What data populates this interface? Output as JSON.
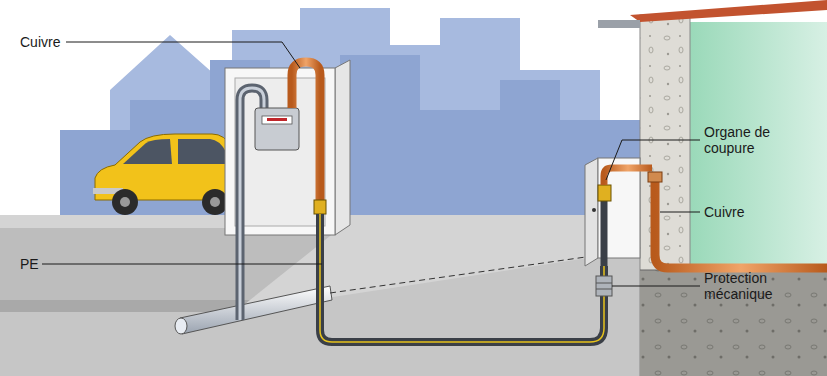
{
  "diagram": {
    "labels": [
      "Cuivre",
      "PE",
      "Organe de coupure",
      "Cuivre",
      "Protection mécanique"
    ]
  }
}
